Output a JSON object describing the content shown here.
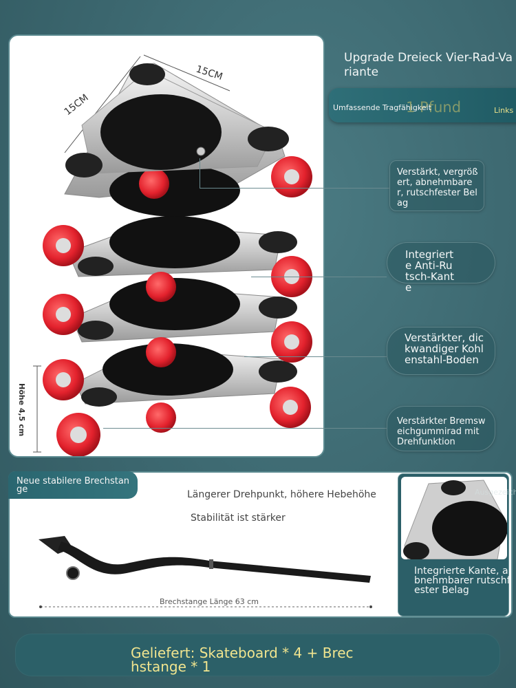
{
  "hero": {
    "dimension_left": "15CM",
    "dimension_top": "15CM",
    "height_label": "Höhe 4,5 cm"
  },
  "variant_title": "Upgrade Dreieck Vier-Rad-Variante",
  "capacity": {
    "label": "Umfassende Tragfähigkeit",
    "value_faint": "1 Pfund",
    "side_note": "Links und r"
  },
  "features": [
    {
      "text": "Verstärkt, vergrößert, abnehmbarer, rutschfester Belag"
    },
    {
      "text": "Integrierte Anti-Rutsch-Kante"
    },
    {
      "text": "Verstärkter, dickwandiger Kohlenstahl-Boden"
    },
    {
      "text": "Verstärkter Bremsweichgummirad mit Drehfunktion"
    }
  ],
  "crowbar": {
    "tag": "Neue stabilere Brechstange",
    "line1": "Längerer Drehpunkt, höhere Hebehöhe",
    "line2": "Stabilität ist stärker",
    "length_label": "Brechstange Länge 63 cm"
  },
  "detail": {
    "watermark": "Ausgezeichn",
    "text": "Integrierte Kante, abnehmbarer rutschfester Belag"
  },
  "delivered": "Geliefert: Skateboard * 4 + Brechstange * 1",
  "colors": {
    "background": "#3b666e",
    "pill": "#2c6068",
    "wheel_red": "#e8323a",
    "gold_text": "#f1e58f"
  }
}
